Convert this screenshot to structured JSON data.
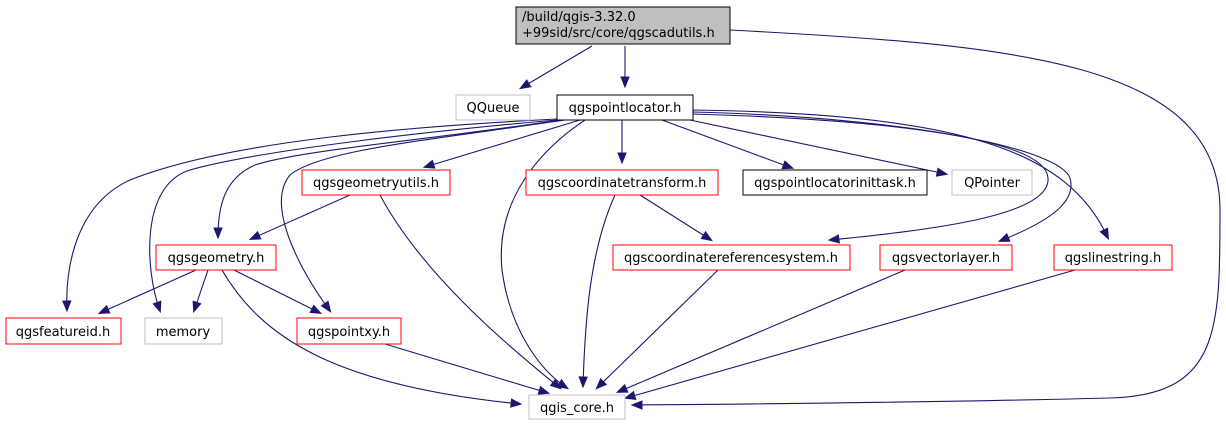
{
  "colors": {
    "edge": "#191970",
    "root_fill": "#bfbfbf",
    "root_border": "#000000",
    "doc_border": "#000000",
    "incomplete_border": "#ff0000",
    "external_border": "#bfbfbf"
  },
  "nodes": {
    "root": {
      "line1": "/build/qgis-3.32.0",
      "line2": "+99sid/src/core/qgscadutils.h",
      "kind": "root"
    },
    "qqueue": {
      "label": "QQueue",
      "kind": "external"
    },
    "qgspointlocator": {
      "label": "qgspointlocator.h",
      "kind": "documented"
    },
    "qgsgeometryutils": {
      "label": "qgsgeometryutils.h",
      "kind": "incomplete"
    },
    "qgscoordinatetransform": {
      "label": "qgscoordinatetransform.h",
      "kind": "incomplete"
    },
    "qgspointlocatorinittask": {
      "label": "qgspointlocatorinittask.h",
      "kind": "documented"
    },
    "qpointer": {
      "label": "QPointer",
      "kind": "external"
    },
    "qgsgeometry": {
      "label": "qgsgeometry.h",
      "kind": "incomplete"
    },
    "qgscoordinatereferencesystem": {
      "label": "qgscoordinatereferencesystem.h",
      "kind": "incomplete"
    },
    "qgsvectorlayer": {
      "label": "qgsvectorlayer.h",
      "kind": "incomplete"
    },
    "qgslinestring": {
      "label": "qgslinestring.h",
      "kind": "incomplete"
    },
    "qgsfeatureid": {
      "label": "qgsfeatureid.h",
      "kind": "incomplete"
    },
    "memory": {
      "label": "memory",
      "kind": "external"
    },
    "qgspointxy": {
      "label": "qgspointxy.h",
      "kind": "incomplete"
    },
    "qgis_core": {
      "label": "qgis_core.h",
      "kind": "external"
    }
  },
  "edges": [
    [
      "root",
      "qqueue"
    ],
    [
      "root",
      "qgspointlocator"
    ],
    [
      "root",
      "qgis_core"
    ],
    [
      "qgspointlocator",
      "qgsgeometryutils"
    ],
    [
      "qgspointlocator",
      "qgscoordinatetransform"
    ],
    [
      "qgspointlocator",
      "qgspointlocatorinittask"
    ],
    [
      "qgspointlocator",
      "qpointer"
    ],
    [
      "qgspointlocator",
      "qgscoordinatereferencesystem"
    ],
    [
      "qgspointlocator",
      "qgsvectorlayer"
    ],
    [
      "qgspointlocator",
      "qgslinestring"
    ],
    [
      "qgspointlocator",
      "qgsgeometry"
    ],
    [
      "qgspointlocator",
      "qgsfeatureid"
    ],
    [
      "qgspointlocator",
      "memory"
    ],
    [
      "qgspointlocator",
      "qgspointxy"
    ],
    [
      "qgspointlocator",
      "qgis_core"
    ],
    [
      "qgsgeometryutils",
      "qgsgeometry"
    ],
    [
      "qgsgeometryutils",
      "qgis_core"
    ],
    [
      "qgscoordinatetransform",
      "qgscoordinatereferencesystem"
    ],
    [
      "qgscoordinatetransform",
      "qgis_core"
    ],
    [
      "qgsgeometry",
      "qgsfeatureid"
    ],
    [
      "qgsgeometry",
      "memory"
    ],
    [
      "qgsgeometry",
      "qgspointxy"
    ],
    [
      "qgsgeometry",
      "qgis_core"
    ],
    [
      "qgscoordinatereferencesystem",
      "qgis_core"
    ],
    [
      "qgsvectorlayer",
      "qgis_core"
    ],
    [
      "qgslinestring",
      "qgis_core"
    ],
    [
      "qgspointxy",
      "qgis_core"
    ]
  ]
}
